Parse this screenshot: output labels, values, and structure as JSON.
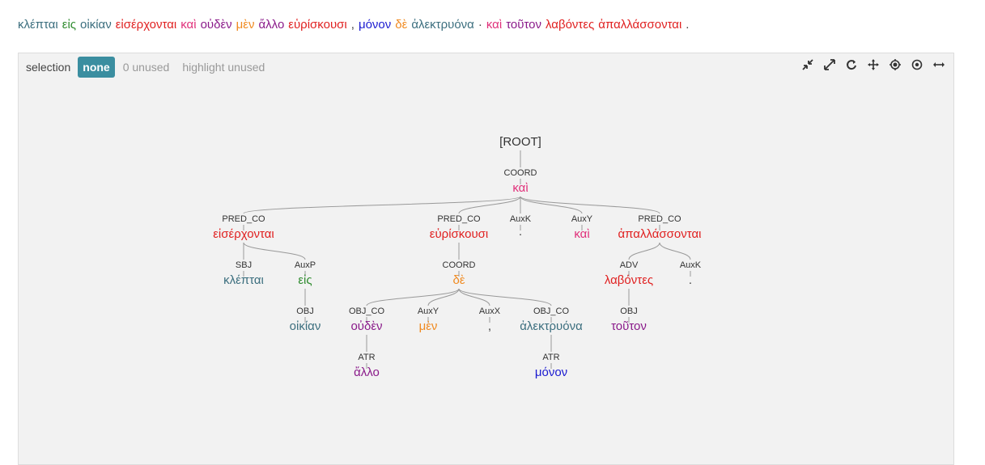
{
  "sentence": [
    {
      "text": "κλέπται",
      "color": "#3b6e7e"
    },
    {
      "text": "εἰς",
      "color": "#2e8b2e"
    },
    {
      "text": "οἰκίαν",
      "color": "#3b6e7e"
    },
    {
      "text": "εἰσέρχονται",
      "color": "#e02020"
    },
    {
      "text": "καὶ",
      "color": "#e0307a"
    },
    {
      "text": "οὐδὲν",
      "color": "#8a1a8a"
    },
    {
      "text": "μὲν",
      "color": "#f08a20"
    },
    {
      "text": "ἄλλο",
      "color": "#8a1a8a"
    },
    {
      "text": "εὑρίσκουσι",
      "color": "#e02020"
    },
    {
      "text": ",",
      "color": "#444444"
    },
    {
      "text": "μόνον",
      "color": "#1a1ad0"
    },
    {
      "text": "δὲ",
      "color": "#f08a20"
    },
    {
      "text": "ἀλεκτρυόνα",
      "color": "#3b6e7e"
    },
    {
      "text": "·",
      "color": "#444444"
    },
    {
      "text": "καὶ",
      "color": "#e0307a"
    },
    {
      "text": "τοῦτον",
      "color": "#8a1a8a"
    },
    {
      "text": "λαβόντες",
      "color": "#e02020"
    },
    {
      "text": "ἀπαλλάσσονται",
      "color": "#e02020"
    },
    {
      "text": ".",
      "color": "#444444"
    }
  ],
  "toolbar": {
    "selection_label": "selection",
    "none_label": "none",
    "unused_label": "0 unused",
    "highlight_label": "highlight unused"
  },
  "tree_icons": [
    "compress-icon",
    "expand-icon",
    "refresh-icon",
    "move-icon",
    "center-icon",
    "focus-icon",
    "width-icon"
  ],
  "tree": {
    "nodes": [
      {
        "id": "root",
        "label": "[ROOT]",
        "rel": "",
        "color": "#333333",
        "parent": null
      },
      {
        "id": "kai1",
        "label": "καὶ",
        "rel": "COORD",
        "color": "#e0307a",
        "parent": "root"
      },
      {
        "id": "eiserx",
        "label": "εἰσέρχονται",
        "rel": "PRED_CO",
        "color": "#e02020",
        "parent": "kai1"
      },
      {
        "id": "heurisk",
        "label": "εὑρίσκουσι",
        "rel": "PRED_CO",
        "color": "#e02020",
        "parent": "kai1"
      },
      {
        "id": "dot1",
        "label": "·",
        "rel": "AuxK",
        "color": "#444444",
        "parent": "kai1"
      },
      {
        "id": "kai2",
        "label": "καὶ",
        "rel": "AuxY",
        "color": "#e0307a",
        "parent": "kai1"
      },
      {
        "id": "apall",
        "label": "ἀπαλλάσσονται",
        "rel": "PRED_CO",
        "color": "#e02020",
        "parent": "kai1"
      },
      {
        "id": "klept",
        "label": "κλέπται",
        "rel": "SBJ",
        "color": "#3b6e7e",
        "parent": "eiserx"
      },
      {
        "id": "eis",
        "label": "εἰς",
        "rel": "AuxP",
        "color": "#2e8b2e",
        "parent": "eiserx"
      },
      {
        "id": "oikian",
        "label": "οἰκίαν",
        "rel": "OBJ",
        "color": "#3b6e7e",
        "parent": "eis"
      },
      {
        "id": "de",
        "label": "δὲ",
        "rel": "COORD",
        "color": "#f08a20",
        "parent": "heurisk"
      },
      {
        "id": "ouden",
        "label": "οὐδὲν",
        "rel": "OBJ_CO",
        "color": "#8a1a8a",
        "parent": "de"
      },
      {
        "id": "allo",
        "label": "ἄλλο",
        "rel": "ATR",
        "color": "#8a1a8a",
        "parent": "ouden"
      },
      {
        "id": "men",
        "label": "μὲν",
        "rel": "AuxY",
        "color": "#f08a20",
        "parent": "de"
      },
      {
        "id": "comma",
        "label": ",",
        "rel": "AuxX",
        "color": "#444444",
        "parent": "de"
      },
      {
        "id": "alektr",
        "label": "ἀλεκτρυόνα",
        "rel": "OBJ_CO",
        "color": "#3b6e7e",
        "parent": "de"
      },
      {
        "id": "monon",
        "label": "μόνον",
        "rel": "ATR",
        "color": "#1a1ad0",
        "parent": "alektr"
      },
      {
        "id": "labont",
        "label": "λαβόντες",
        "rel": "ADV",
        "color": "#e02020",
        "parent": "apall"
      },
      {
        "id": "touton",
        "label": "τοῦτον",
        "rel": "OBJ",
        "color": "#8a1a8a",
        "parent": "labont"
      },
      {
        "id": "dot2",
        "label": ".",
        "rel": "AuxK",
        "color": "#444444",
        "parent": "apall"
      }
    ]
  }
}
